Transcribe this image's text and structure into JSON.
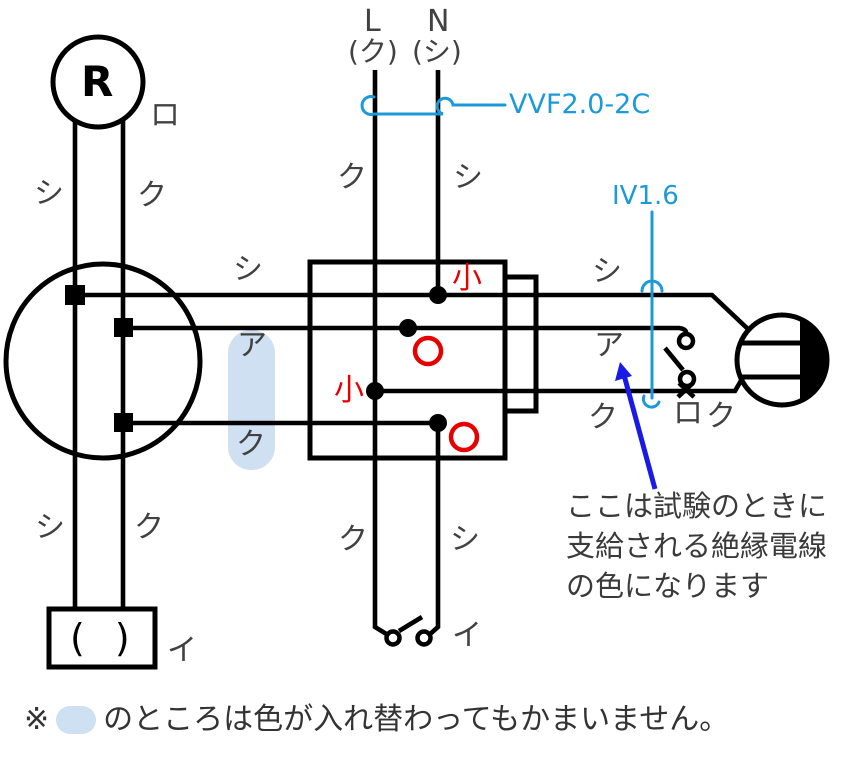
{
  "labels": {
    "l": "L",
    "l_wire": "(ク)",
    "n": "N",
    "n_wire": "(シ)",
    "vvf": "VVF2.0-2C",
    "iv": "IV1.6",
    "r": "R",
    "ro_top": "ロ",
    "shi_r_left": "シ",
    "ku_r_right": "ク",
    "ku_src_left": "ク",
    "shi_src_right": "シ",
    "shi_mid": "シ",
    "a_mid": "ア",
    "ku_mid": "ク",
    "shi_right": "シ",
    "a_right": "ア",
    "ku_right1": "ク",
    "ro_right": "ロ",
    "ku_right2": "ク",
    "sleeve_small_top": "小",
    "sleeve_small_left": "小",
    "shi_bottom_left": "シ",
    "ku_bottom_left": "ク",
    "paren_device": "( )",
    "i_bottom_left": "イ",
    "ku_bottom_mid": "ク",
    "shi_bottom_mid": "シ",
    "i_bottom_mid": "イ"
  },
  "annotation": {
    "line1": "ここは試験のときに",
    "line2": "支給される絶縁電線",
    "line3": "の色になります"
  },
  "footnote": {
    "marker": "※",
    "text": "のところは色が入れ替わってもかまいません。"
  },
  "colors": {
    "wire_black": "#000000",
    "cable_marker_blue": "#1b99d8",
    "arrow_blue": "#1a1ae6",
    "connector_mark_red": "#e60000",
    "swap_highlight_blue": "#cfe0f2",
    "label_gray": "#414141"
  }
}
